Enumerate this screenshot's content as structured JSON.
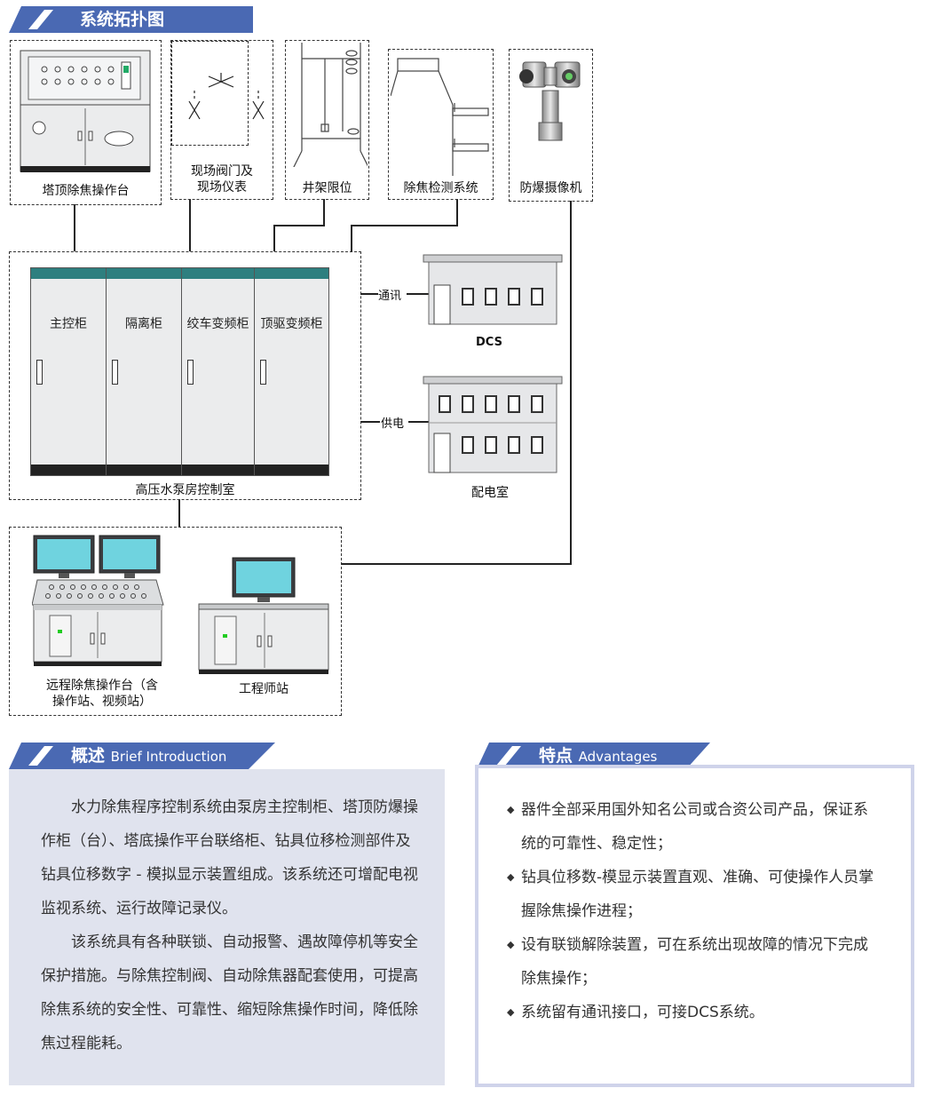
{
  "topology": {
    "title": "系统拓扑图",
    "devices": [
      "塔顶除焦操作台",
      "现场阀门及\n现场仪表",
      "井架限位",
      "除焦检测系统",
      "防爆摄像机"
    ],
    "cabinets": [
      "主控柜",
      "隔离柜",
      "绞车变频柜",
      "顶驱变频柜"
    ],
    "control_room": "高压水泵房控制室",
    "dcs": {
      "link": "通讯",
      "name": "DCS"
    },
    "power": {
      "link": "供电",
      "name": "配电室"
    },
    "stations": [
      "远程除焦操作台（含\n操作站、视频站）",
      "工程师站"
    ]
  },
  "intro": {
    "title": "概述",
    "subtitle": "Brief Introduction",
    "paragraphs": [
      "水力除焦程序控制系统由泵房主控制柜、塔顶防爆操作柜（台）、塔底操作平台联络柜、钻具位移检测部件及钻具位移数字 - 模拟显示装置组成。该系统还可增配电视监视系统、运行故障记录仪。",
      "该系统具有各种联锁、自动报警、遇故障停机等安全保护措施。与除焦控制阀、自动除焦器配套使用，可提高除焦系统的安全性、可靠性、缩短除焦操作时间，降低除焦过程能耗。"
    ]
  },
  "advantages": {
    "title": "特点",
    "subtitle": "Advantages",
    "items": [
      "器件全部采用国外知名公司或合资公司产品，保证系统的可靠性、稳定性；",
      "钻具位移数-模显示装置直观、准确、可使操作人员掌握除焦操作进程；",
      "设有联锁解除装置，可在系统出现故障的情况下完成除焦操作；",
      "系统留有通讯接口，可接DCS系统。"
    ]
  },
  "colors": {
    "header_blue": "#4a69b3",
    "panel_bg": "#e0e3ee",
    "cabinet_teal": "#2e7f7f",
    "border_lilac": "#cfd3ea"
  }
}
